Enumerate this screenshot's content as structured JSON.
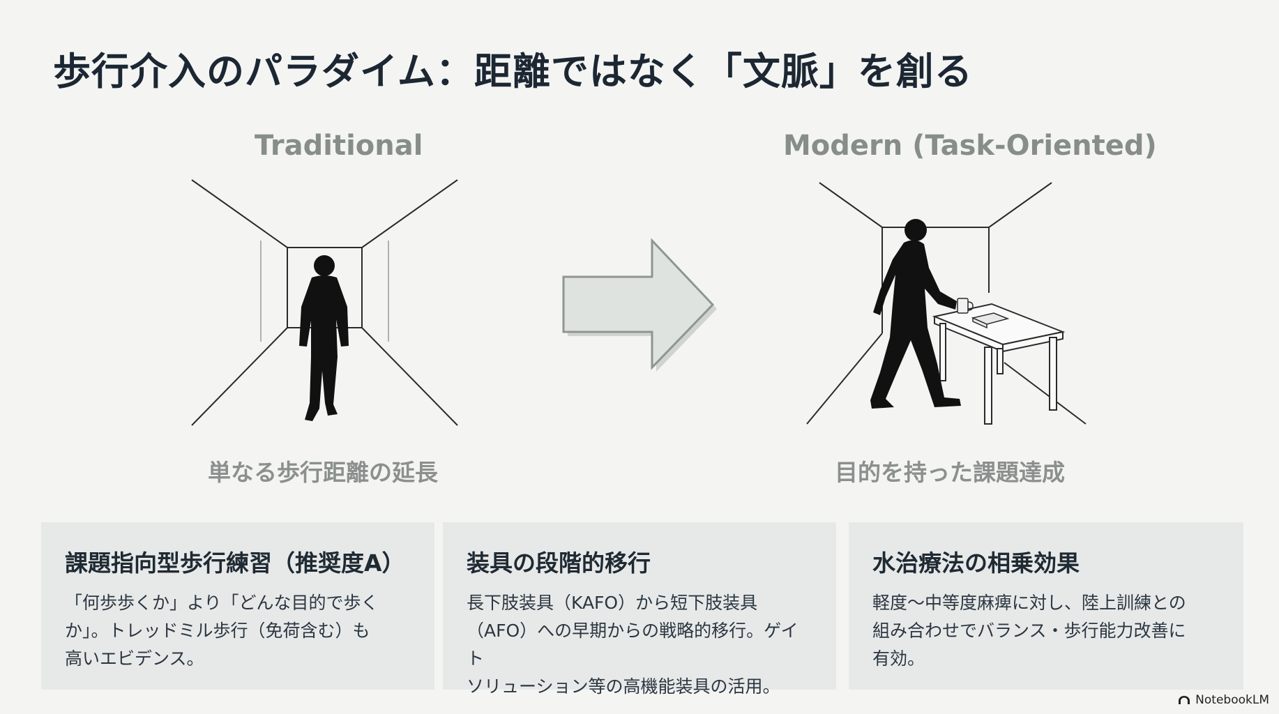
{
  "title": "歩行介入のパラダイム：距離ではなく「文脈」を創る",
  "traditional": {
    "heading": "Traditional",
    "caption": "単なる歩行距離の延長"
  },
  "modern": {
    "heading": "Modern (Task-Oriented)",
    "caption": "目的を持った課題達成"
  },
  "cards": [
    {
      "title": "課題指向型歩行練習（推奨度A）",
      "body": "「何歩歩くか」より「どんな目的で歩く\nか」。トレッドミル歩行（免荷含む）も\n高いエビデンス。"
    },
    {
      "title": "装具の段階的移行",
      "body": "長下肢装具（KAFO）から短下肢装具\n（AFO）への早期からの戦略的移行。ゲイト\nソリューション等の高機能装具の活用。"
    },
    {
      "title": "水治療法の相乗効果",
      "body": "軽度〜中等度麻痺に対し、陸上訓練との\n組み合わせでバランス・歩行能力改善に\n有効。"
    }
  ],
  "brand": {
    "icon": "notebooklm-logo-icon",
    "label": "NotebookLM"
  },
  "colors": {
    "background": "#f4f5f3",
    "card": "#e7e9e9",
    "arrow_fill": "#dfe3e0",
    "arrow_stroke": "#8e9692",
    "silhouette": "#111111"
  }
}
